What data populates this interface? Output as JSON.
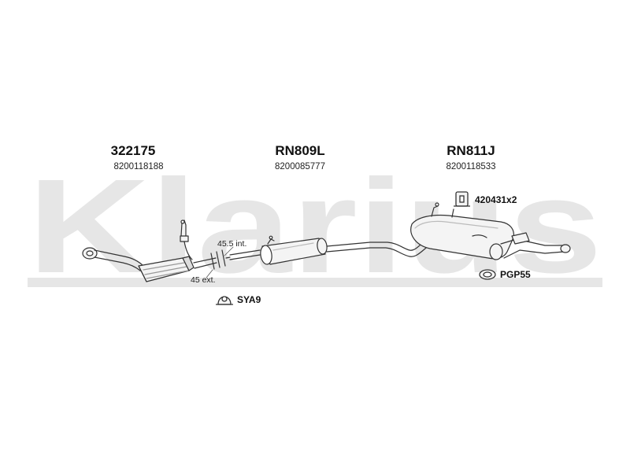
{
  "watermark": {
    "text": "Klarius",
    "color": "#e6e6e6"
  },
  "sections": [
    {
      "code": "322175",
      "oem": "8200118188"
    },
    {
      "code": "RN809L",
      "oem": "8200085777"
    },
    {
      "code": "RN811J",
      "oem": "8200118533"
    }
  ],
  "accessories": {
    "rubber_mount": "420431x2",
    "gasket_ring": "PGP55",
    "clamp": "SYA9"
  },
  "dimensions": {
    "internal": "45.5 int.",
    "external": "45 ext."
  },
  "icons": {
    "rubber_mount": "rubber-mount-icon",
    "gasket_ring": "gasket-ring-icon",
    "clamp": "clamp-icon",
    "oxygen_sensor": "oxygen-sensor-icon",
    "hanger": "hanger-icon"
  },
  "colors": {
    "line": "#333333",
    "part_fill": "#f4f4f4",
    "shade": "#cfcfcf"
  }
}
